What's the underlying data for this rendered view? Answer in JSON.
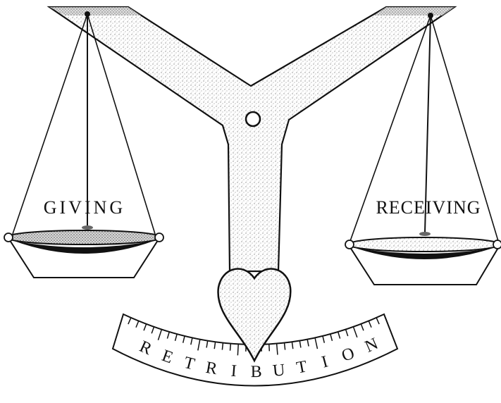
{
  "figure": {
    "left_pan_label": "GIVING",
    "right_pan_label": "RECEIVING",
    "dial_label": "RETRIBUTION",
    "dial_letters": [
      "R",
      "E",
      "T",
      "R",
      "I",
      "B",
      "U",
      "T",
      "I",
      "O",
      "N"
    ]
  },
  "colors": {
    "ink": "#111111",
    "stipple": "#9a9a9a",
    "paper": "#ffffff"
  },
  "icons": {
    "pivot": "circle",
    "pointer": "heart"
  }
}
